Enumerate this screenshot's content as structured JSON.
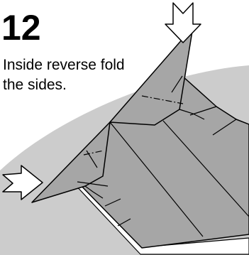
{
  "step": {
    "number": "12",
    "instruction_line1": "Inside reverse fold",
    "instruction_line2": "the sides."
  },
  "colors": {
    "background_arc": "#cccccc",
    "paper": "#a6a6a6",
    "paper_back": "#ffffff",
    "outline": "#000000",
    "arrow_fill": "#ffffff"
  },
  "icons": {
    "top_arrow": "push-arrow-down-icon",
    "left_arrow": "push-arrow-right-icon"
  }
}
